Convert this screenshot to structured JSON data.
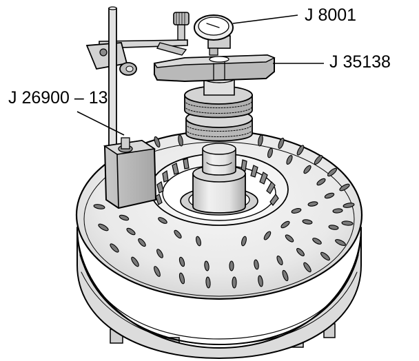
{
  "callouts": {
    "gauge_label": "J 8001",
    "holding_fixture_label": "J 35138",
    "magnetic_base_label": "J 26900 – 13"
  },
  "colors": {
    "ink": "#000000",
    "shade_light": "#e6e6e6",
    "shade_mid": "#c8c8c8",
    "shade_dark": "#9a9a9a",
    "background": "#ffffff"
  }
}
